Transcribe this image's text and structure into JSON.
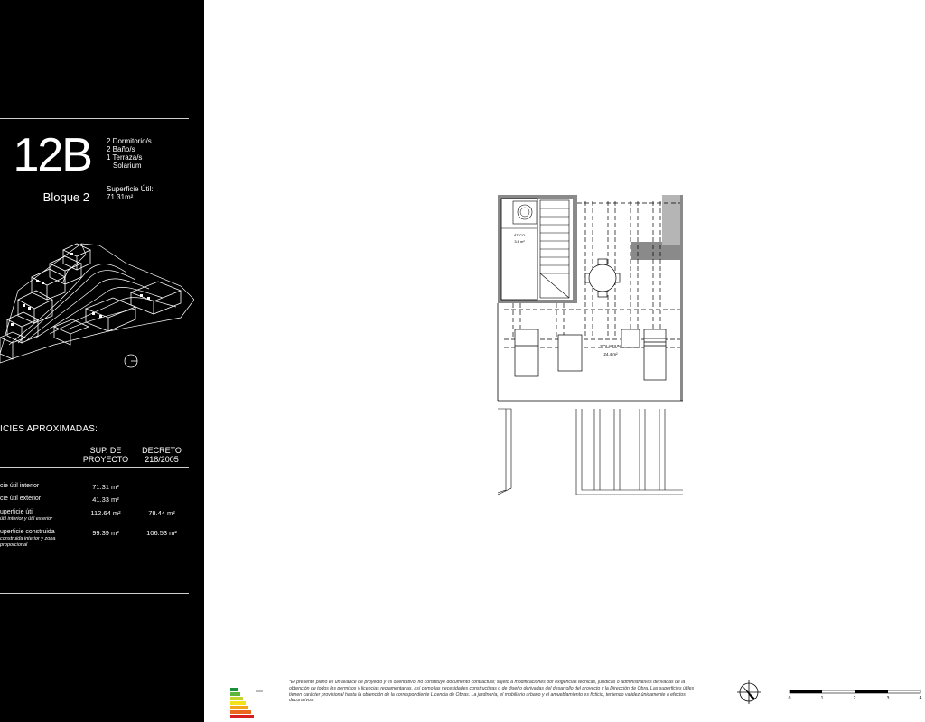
{
  "unit": {
    "code": "12B",
    "block": "Bloque 2",
    "features": [
      "2 Dormitorio/s",
      "2 Baño/s",
      "1 Terraza/s",
      "Solarium"
    ],
    "surface_label": "Superficie Útil:",
    "surface_value": "71.31m²"
  },
  "areas": {
    "title": "ICIES APROXIMADAS:",
    "col1_line1": "SUP. DE",
    "col1_line2": "PROYECTO",
    "col2_line1": "DECRETO",
    "col2_line2": "218/2005",
    "rows": [
      {
        "label": "cie útil interior",
        "sub": "",
        "proyecto": "71.31 m²",
        "decreto": ""
      },
      {
        "label": "cie útil exterior",
        "sub": "",
        "proyecto": "41.33 m²",
        "decreto": ""
      },
      {
        "label": "uperficie útil",
        "sub": "útil interior y útil exterior",
        "proyecto": "112.64 m²",
        "decreto": "78.44 m²"
      },
      {
        "label": "uperficie construida",
        "sub": "construida interior y zona proporcional",
        "proyecto": "99.39 m²",
        "decreto": "106.53 m²"
      }
    ]
  },
  "plan": {
    "attic_label": "ÁTICO",
    "attic_area": "3.6 m²",
    "solarium_label": "SOLARIUM",
    "solarium_area": "24.4 m²"
  },
  "footer": {
    "disclaimer": "*El presente plano es un avance de proyecto y es orientativo, no constituye documento contractual; sujeto a modificaciones por exigencias técnicas, jurídicas o administrativas derivadas de la obtención de todos los permisos y licencias reglamentarias, así como las necesidades constructivas o de diseño derivadas del desarrollo del proyecto y la Dirección de Obra. Las superficies útiles tienen carácter provisional hasta la obtención de la correspondiente Licencia de Obras. La jardinería, el mobiliario urbano y el amueblamiento es ficticio, teniendo validez únicamente a efectos decorativos.",
    "scale_ticks": [
      "0",
      "1",
      "2",
      "3",
      "4"
    ]
  },
  "colors": {
    "sidebar": "#000000",
    "wall_fill": "#8a8a8a",
    "energy": [
      "#1a8f3c",
      "#5db43a",
      "#c7d42b",
      "#f2e11b",
      "#f3a81c",
      "#e9681d",
      "#d7201f"
    ]
  }
}
